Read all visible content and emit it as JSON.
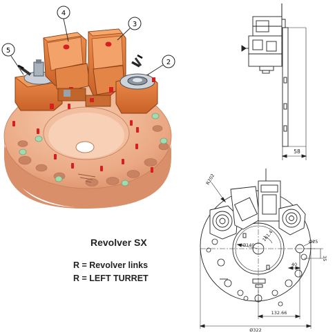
{
  "callouts": [
    {
      "number": "4"
    },
    {
      "number": "3"
    },
    {
      "number": "5"
    },
    {
      "number": "2"
    }
  ],
  "dimensions": {
    "side_width": "58",
    "radius_outer": "R202",
    "diameter_inner": "Ø140",
    "angle": "161.4",
    "diameter_hole": "Ø25",
    "offset_40": "40",
    "offset_35": "35",
    "width_132": "132.66",
    "diameter_total": "Ø322"
  },
  "caption": {
    "title": "Revolver SX",
    "line1": "R = Revolver links",
    "line2": "R = LEFT TURRET"
  },
  "colors": {
    "orange": "#e07a3a",
    "base": "#efb08e",
    "red_pin": "#d62020",
    "green_pin": "#9fd7a8",
    "line": "#222222"
  }
}
